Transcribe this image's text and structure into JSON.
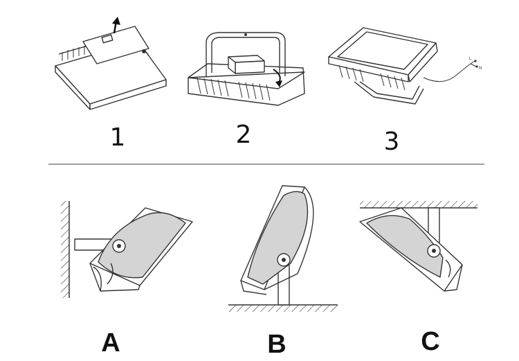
{
  "steps": {
    "step1": "1",
    "step2": "2",
    "step3": "3"
  },
  "wire_labels": {
    "l": "L",
    "n": "N"
  },
  "mounts": {
    "wall": "A",
    "floor": "B",
    "ceiling": "C"
  }
}
